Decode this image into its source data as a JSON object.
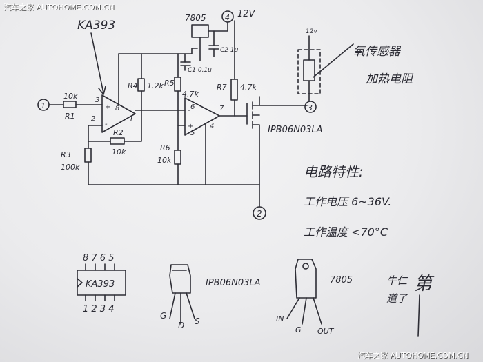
{
  "watermark": {
    "top_left": "汽车之家  AUTOHOME.COM.CN",
    "bottom_right": "汽车之家  AUTOHOME.COM.CN"
  },
  "schematic": {
    "ic_label": "KA393",
    "regulator": "7805",
    "supply": "12V",
    "supply_small": "12v",
    "terminals": {
      "t1": "1",
      "t2": "2",
      "t3": "3",
      "t4": "4"
    },
    "r1": {
      "name": "R1",
      "value": "10k"
    },
    "r2": {
      "name": "R2",
      "value": "10k"
    },
    "r3": {
      "name": "R3",
      "value": "100k"
    },
    "r4": {
      "name": "R4",
      "value": "1.2k"
    },
    "r5": {
      "name": "R5",
      "value": "4.7k"
    },
    "r6": {
      "name": "R6",
      "value": "10k"
    },
    "r7": {
      "name": "R7",
      "value": "4.7k"
    },
    "c1": "C1 0.1u",
    "c2": "C2 1u",
    "comp1_pins": {
      "p3": "3",
      "p2": "2",
      "p8": "8",
      "p1": "1"
    },
    "comp2_pins": {
      "p6": "6",
      "p5": "5",
      "p7": "7",
      "p4": "4"
    },
    "mosfet": "IPB06N03LA",
    "sensor_label": "氧传感器",
    "heater_label": "加热电阻"
  },
  "notes": {
    "title": "电路特性:",
    "line1": "工作电压  6~36V.",
    "line2": "工作温度  <70°C"
  },
  "pinouts": {
    "ic": {
      "label": "KA393",
      "top_pins": "8 7 6 5",
      "bottom_pins": "1 2 3 4"
    },
    "mosfet": {
      "label": "IPB06N03LA",
      "g": "G",
      "d": "D",
      "s": "S"
    },
    "regulator": {
      "label": "7805",
      "in": "IN",
      "g": "G",
      "out": "OUT"
    }
  },
  "signature": {
    "line1": "牛仁",
    "line2": "道了",
    "mark": "第"
  }
}
